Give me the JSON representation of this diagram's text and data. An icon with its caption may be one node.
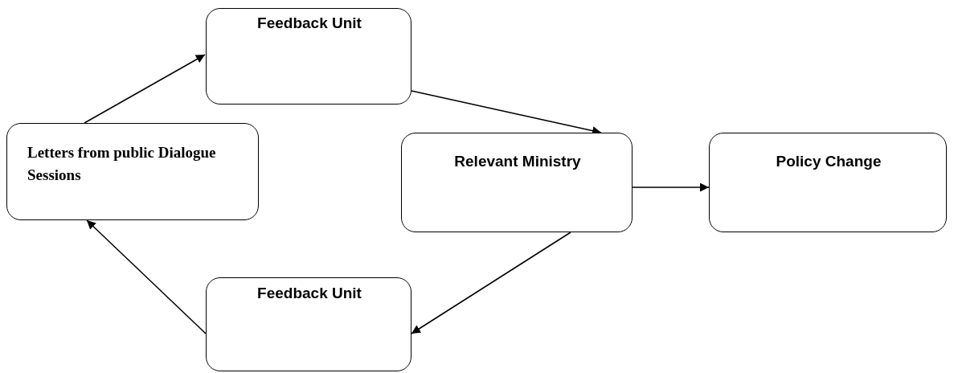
{
  "diagram": {
    "nodes": [
      {
        "text": [
          "Letters from public Dialogue Sessions"
        ]
      },
      {
        "text": [
          "Feedback Unit"
        ]
      },
      {
        "text": [
          "Relevant Ministry"
        ]
      },
      {
        "text": [
          "Policy Change"
        ]
      },
      {
        "text": [
          "Feedback Unit"
        ]
      }
    ],
    "edges": [
      {
        "from": 0,
        "to": 1,
        "arrow": "to"
      },
      {
        "from": 1,
        "to": 2,
        "arrow": "to"
      },
      {
        "from": 2,
        "to": 3,
        "arrow": "to"
      },
      {
        "from": 2,
        "to": 4,
        "arrow": "to"
      },
      {
        "from": 4,
        "to": 0,
        "arrow": "to"
      }
    ]
  }
}
